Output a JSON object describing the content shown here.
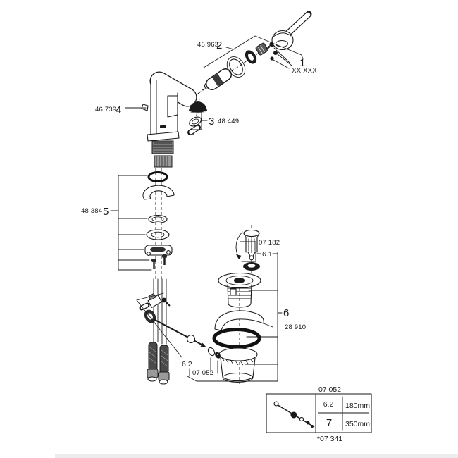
{
  "page": {
    "background_color": "#ffffff",
    "ink_color": "#1a1a1a"
  },
  "diagram": {
    "type": "exploded-parts-diagram",
    "groups": {
      "handle_assembly": {
        "part_number": "46 963",
        "index": "2"
      },
      "complete_handle": {
        "index": "1",
        "part_number": "XX XXX"
      },
      "body_lever": {
        "part_number": "46 739",
        "index": "4"
      },
      "aerator_set": {
        "index": "3",
        "part_number": "48 449"
      },
      "mounting_set": {
        "part_number": "48 384",
        "index": "5"
      },
      "plug_set": {
        "part_number": "07 182",
        "index": "6.1"
      },
      "waste_assembly": {
        "index": "6",
        "part_number": "28 910"
      },
      "pull_rod": {
        "index": "6.2",
        "part_number": "07 052"
      }
    },
    "size_table": {
      "title": "07 052",
      "rows": [
        {
          "index": "6.2",
          "length": "180mm"
        },
        {
          "index": "7",
          "length": "350mm"
        }
      ],
      "footnote": "*07 341"
    }
  }
}
